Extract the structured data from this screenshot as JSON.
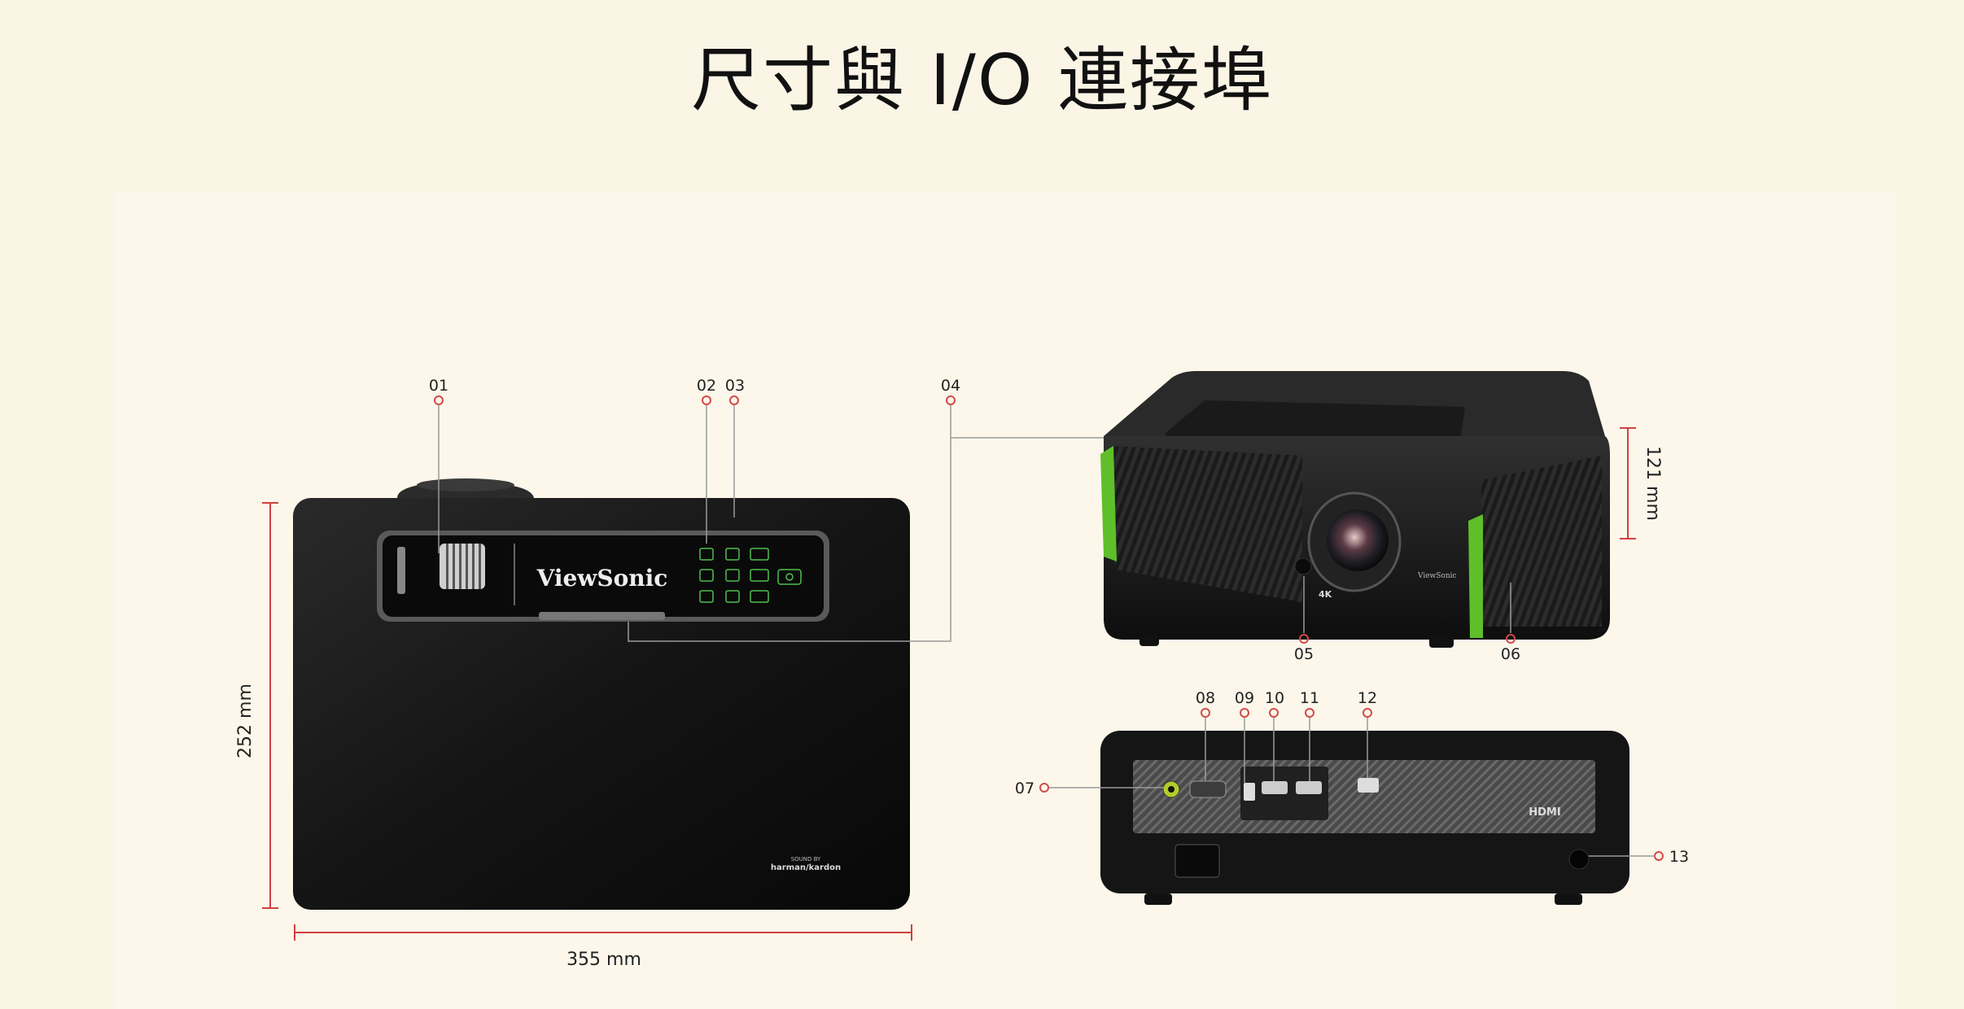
{
  "title": "尺寸與 I/O 連接埠",
  "dimensions": {
    "depth": "252 mm",
    "width": "355 mm",
    "height": "121 mm"
  },
  "callouts": [
    "01",
    "02",
    "03",
    "04",
    "05",
    "06",
    "07",
    "08",
    "09",
    "10",
    "11",
    "12",
    "13"
  ],
  "product_text": {
    "brand": "ViewSonic",
    "brand_small": "ViewSonic",
    "audio_partner_top": "SOUND BY",
    "audio_partner": "harman/kardon",
    "resolution_badge": "4K",
    "hdmi_logo": "HDMI"
  },
  "colors": {
    "accent_green": "#5fbf2a",
    "dimension_red": "#cf4040",
    "callout_line": "#9a9a9a",
    "device_body": "#151515"
  }
}
